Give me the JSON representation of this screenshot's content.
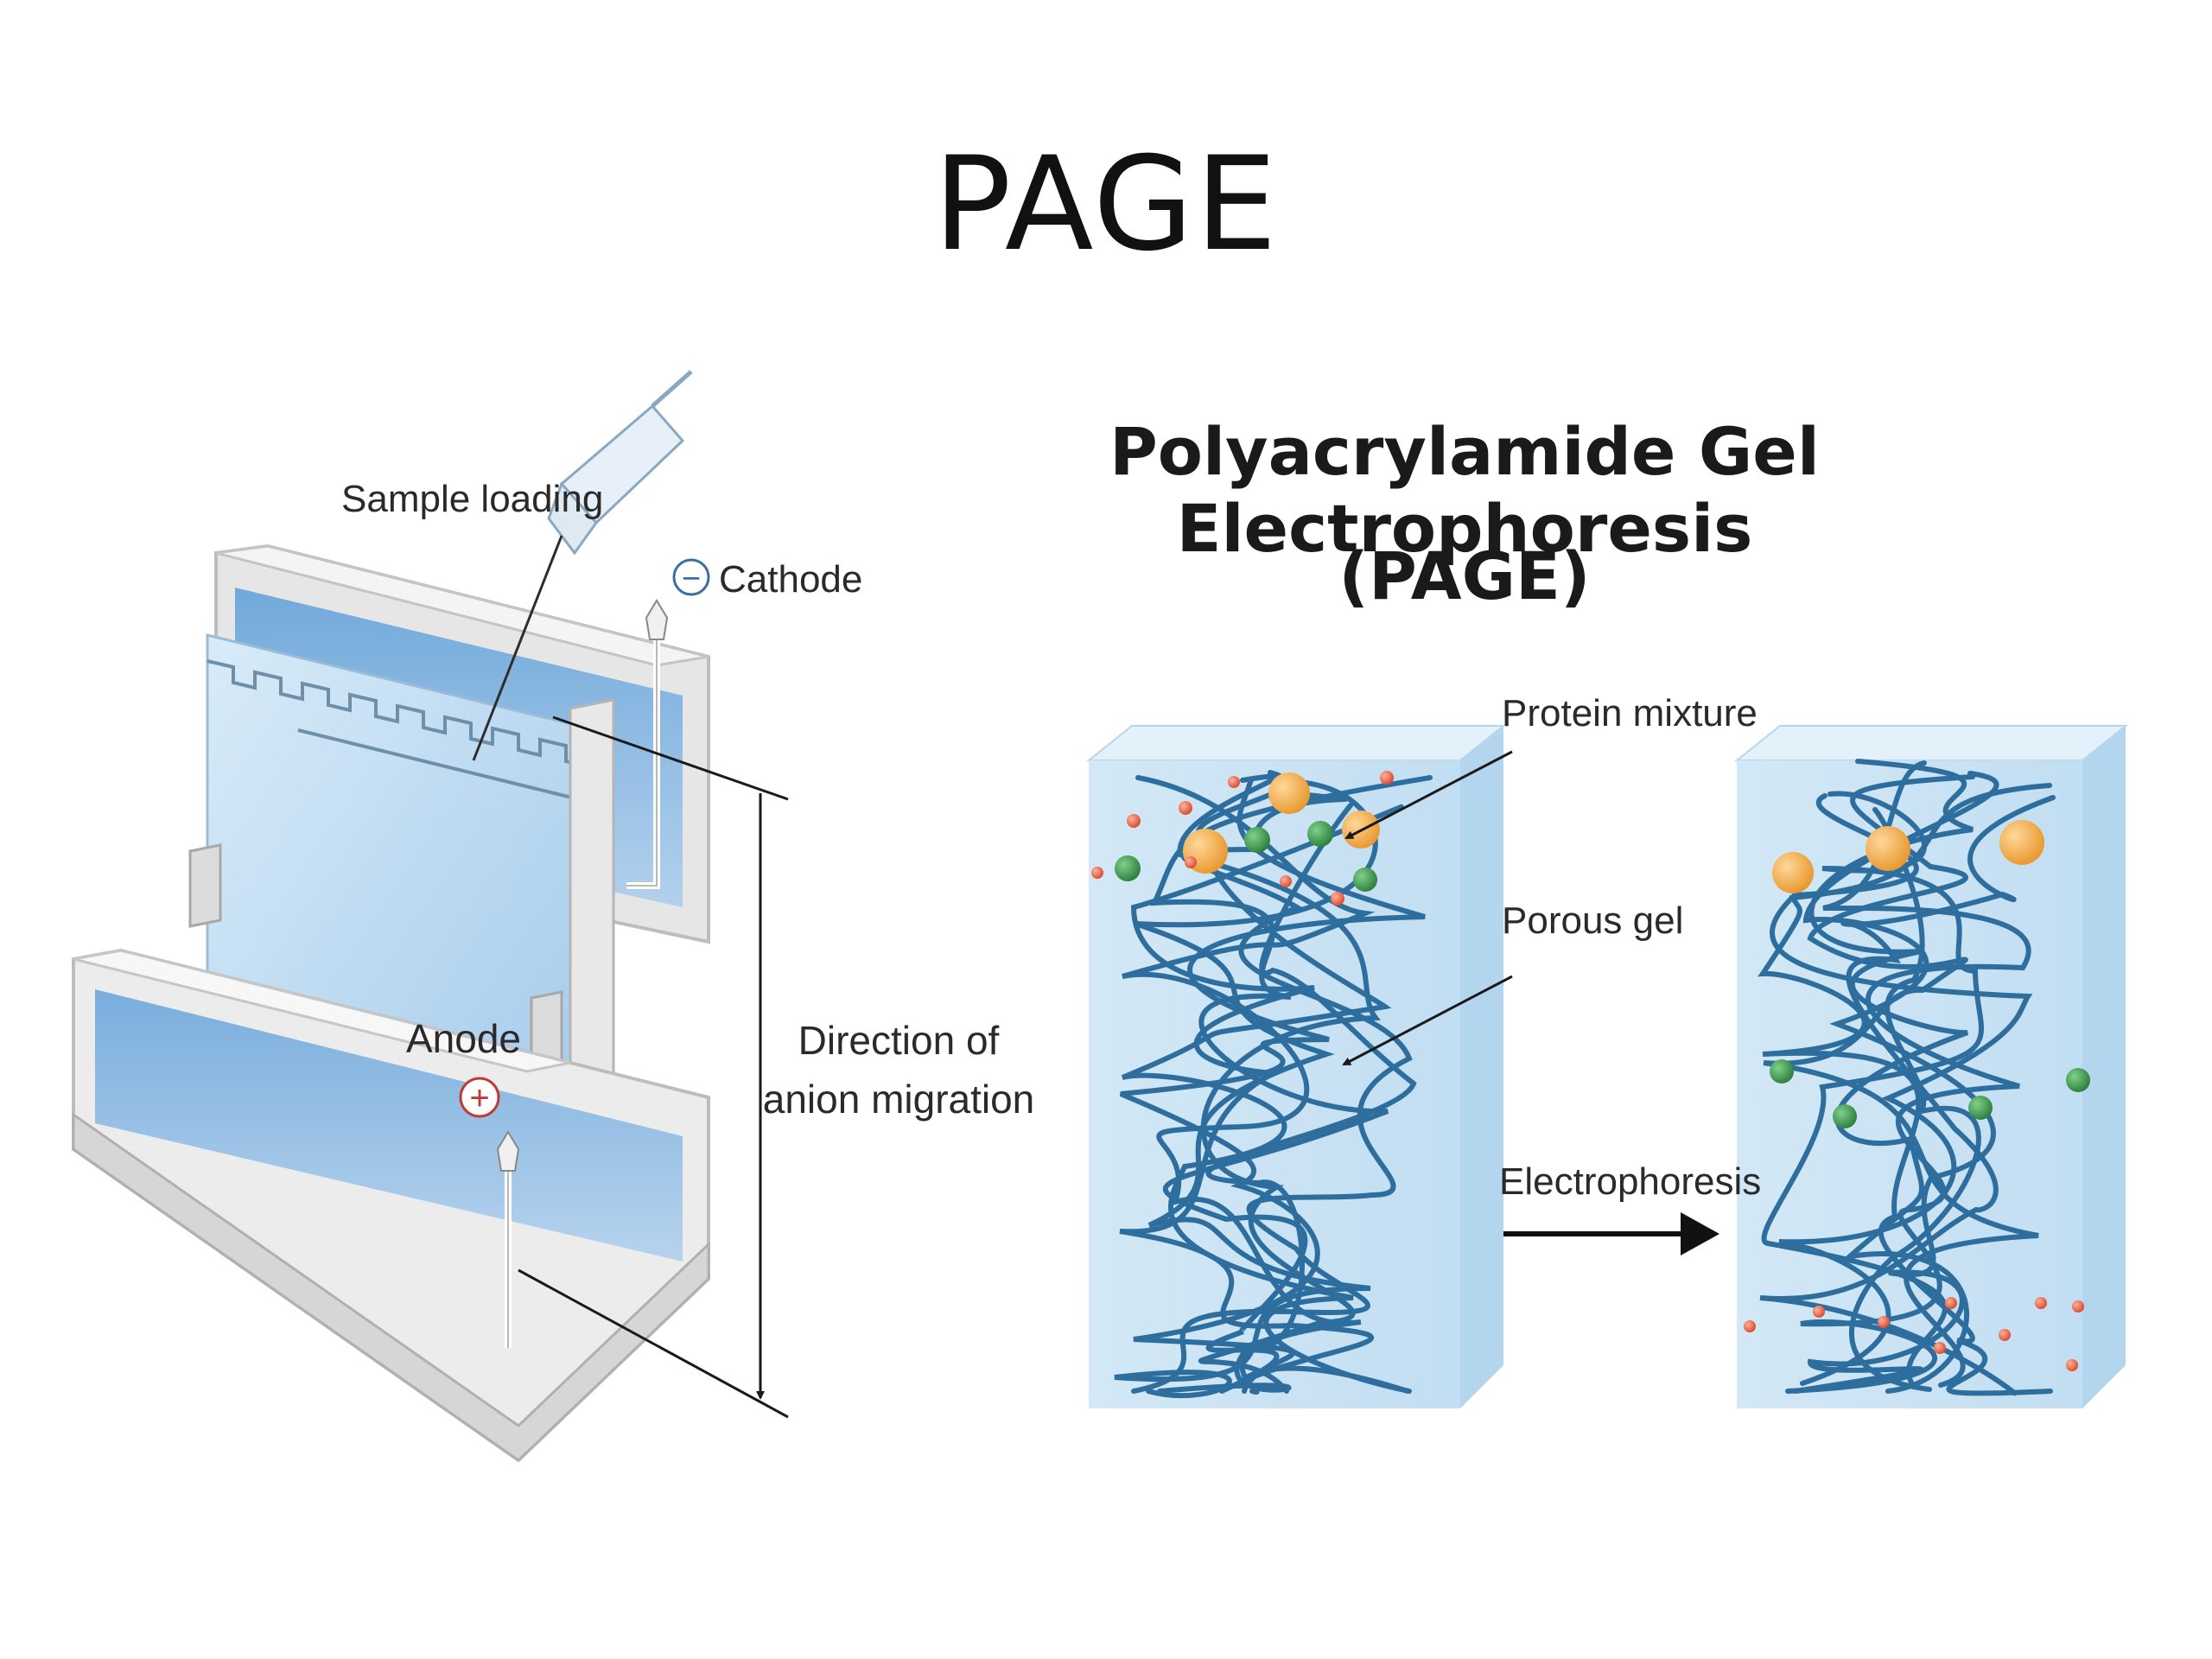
{
  "slide": {
    "title": "PAGE"
  },
  "figure": {
    "title_line1": "Polyacrylamide Gel Electrophoresis",
    "title_line2": "(PAGE)"
  },
  "apparatus": {
    "sample_loading": "Sample loading",
    "cathode": "Cathode",
    "cathode_sign": "−",
    "anode": "Anode",
    "anode_sign": "+",
    "direction_line1": "Direction of",
    "direction_line2": "anion migration"
  },
  "gel": {
    "protein_mixture": "Protein mixture",
    "porous_gel": "Porous gel",
    "electrophoresis": "Electrophoresis"
  },
  "colors": {
    "buffer_blue": "#7fb5e3",
    "gel_blue": "#cfe6f6",
    "polymer_strand": "#2e6e9e",
    "protein_large": "#f2ab4a",
    "protein_medium": "#3e9a4e",
    "protein_small": "#e8674a"
  }
}
